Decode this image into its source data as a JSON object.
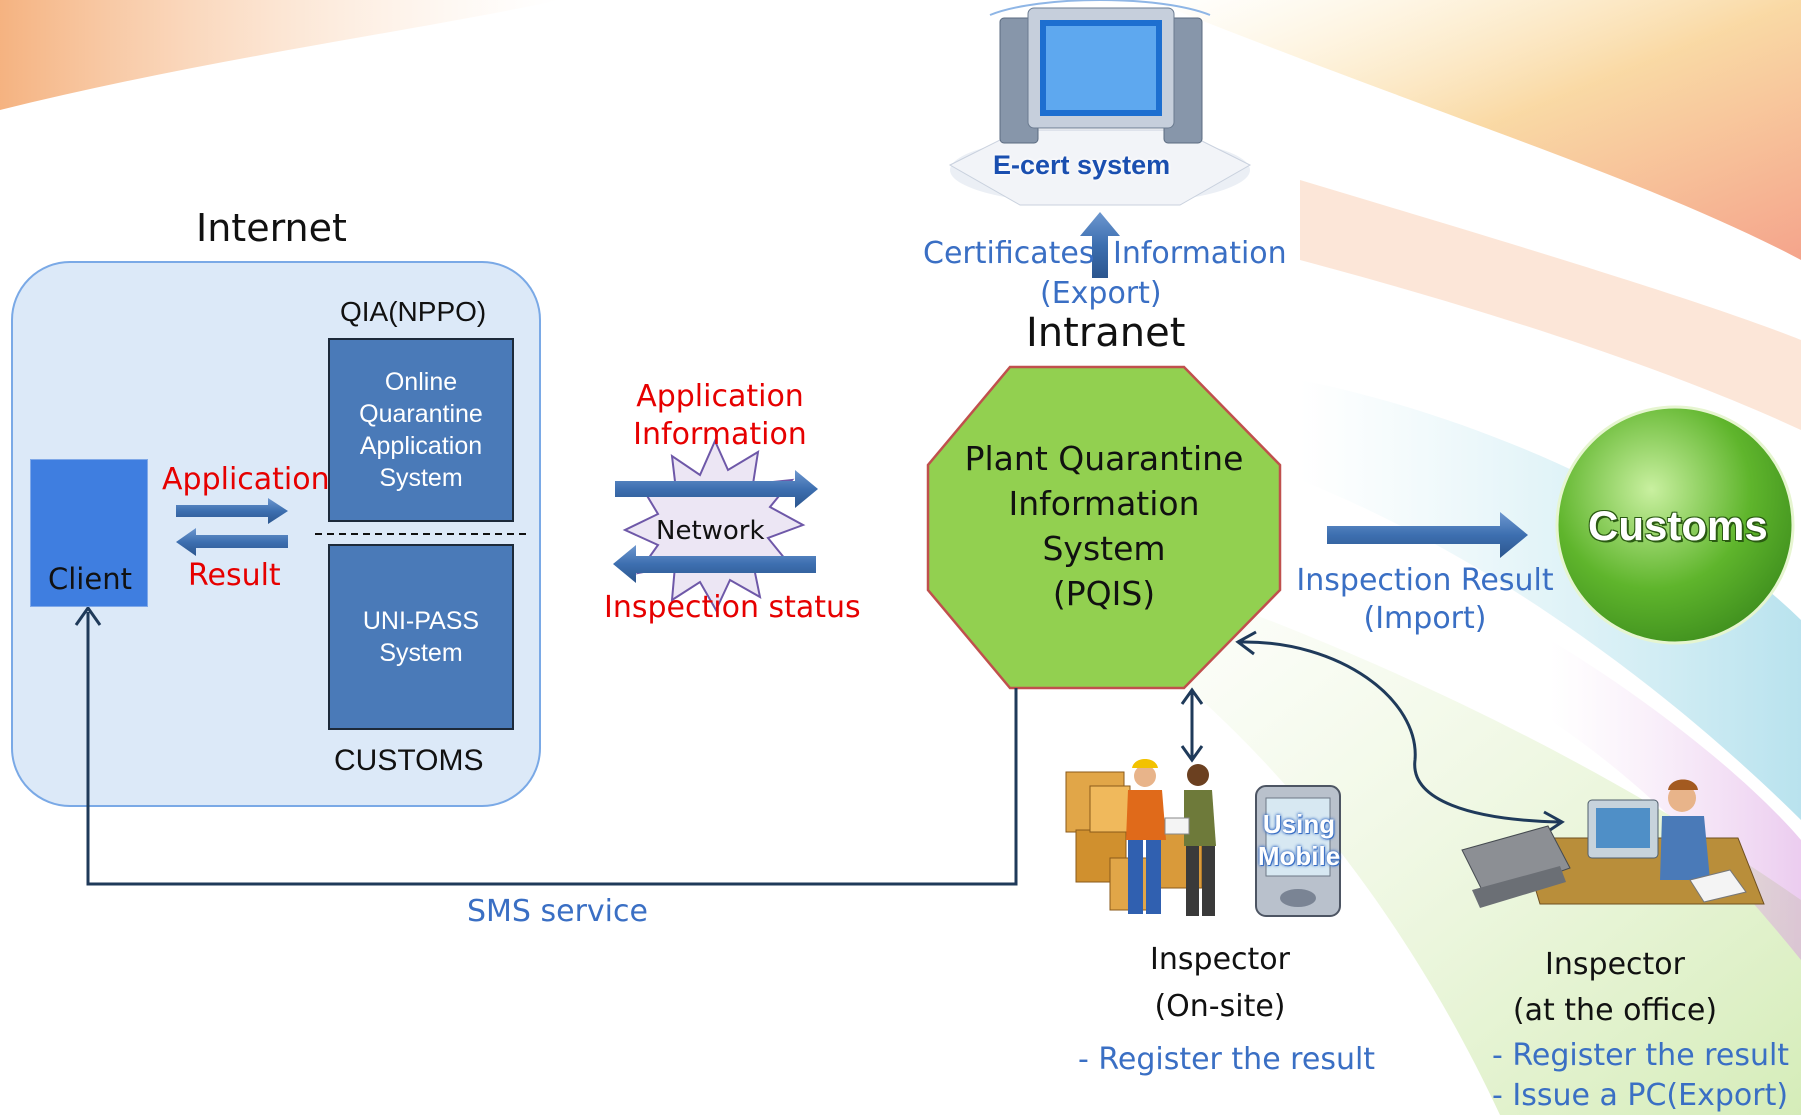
{
  "internet": {
    "title": "Internet"
  },
  "qia": {
    "label": "QIA(NPPO)",
    "system": "Online Quarantine Application System"
  },
  "customs_box": {
    "label": "CUSTOMS",
    "system": "UNI-PASS System"
  },
  "client": {
    "label": "Client"
  },
  "arrows_left": {
    "application": "Application",
    "result": "Result"
  },
  "network": {
    "label": "Network",
    "app_info": "Application Information",
    "inspection_status": "Inspection status"
  },
  "ecert": {
    "label": "E-cert system",
    "certificates": "Certificates",
    "information": "Information",
    "export": "(Export)"
  },
  "intranet": {
    "title": "Intranet"
  },
  "pqis": {
    "lines": [
      "Plant Quarantine",
      "Information",
      "System",
      "(PQIS)"
    ]
  },
  "customs_circle": {
    "label": "Customs"
  },
  "inspection_result": {
    "line1": "Inspection Result",
    "line2": "(Import)"
  },
  "sms": {
    "label": "SMS service"
  },
  "mobile": {
    "line1": "Using",
    "line2": "Mobile"
  },
  "inspector_onsite": {
    "line1": "Inspector",
    "line2": "(On-site)",
    "task": "- Register the result"
  },
  "inspector_office": {
    "line1": "Inspector",
    "line2": "(at the office)",
    "task1": "- Register the result",
    "task2": "- Issue a PC(Export)"
  },
  "colors": {
    "accent_blue": "#3a6fc4",
    "alert_red": "#e60000",
    "pqis_green": "#92d050",
    "customs_green": "#6cc23a",
    "arrow_blue": "#3d6fb0"
  }
}
